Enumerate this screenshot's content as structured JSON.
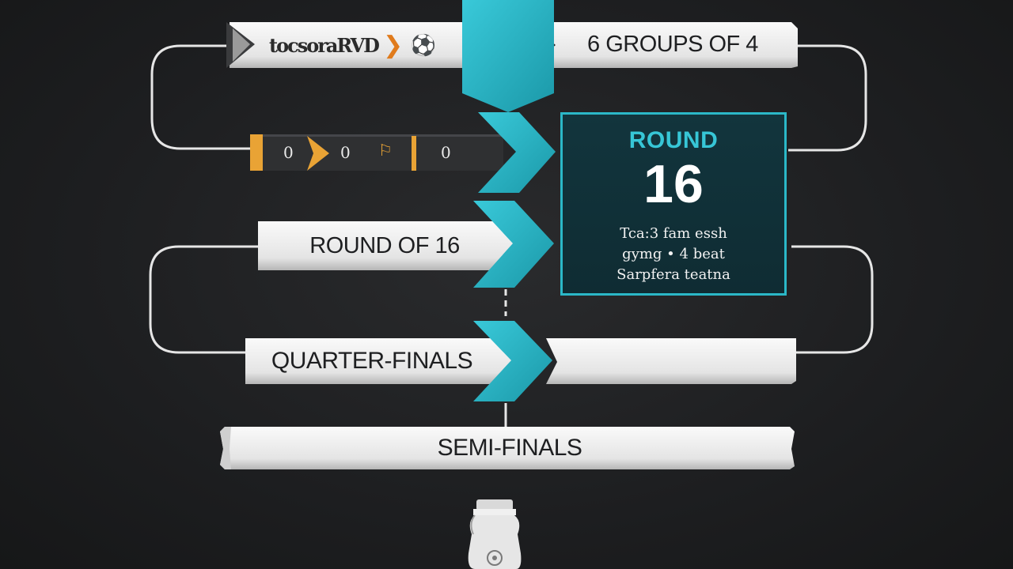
{
  "banners": {
    "top_left_label": "tocsoraRVD",
    "groups_label": "6 GROUPS OF 4",
    "round_of_16_label": "ROUND OF 16",
    "quarter_finals_label": "QUARTER-FINALS",
    "semi_finals_label": "SEMI-FINALS"
  },
  "strip": {
    "items": [
      "0",
      "0",
      "0"
    ]
  },
  "info_box": {
    "title": "ROUND",
    "number": "16",
    "lines": [
      "Tca:3 fam essh",
      "gymg • 4 beat",
      "Sarpfera teatna"
    ]
  },
  "icons": {
    "ball": "soccer-ball-icon",
    "trophy": "trophy-icon"
  },
  "colors": {
    "background": "#1d1e20",
    "teal": "#2bb8c8",
    "teal_dark": "#1a93a3",
    "banner_light": "#f2f2f2",
    "banner_shadow": "#b9b9b9",
    "orange": "#e9a335",
    "strip": "#2f3032"
  }
}
